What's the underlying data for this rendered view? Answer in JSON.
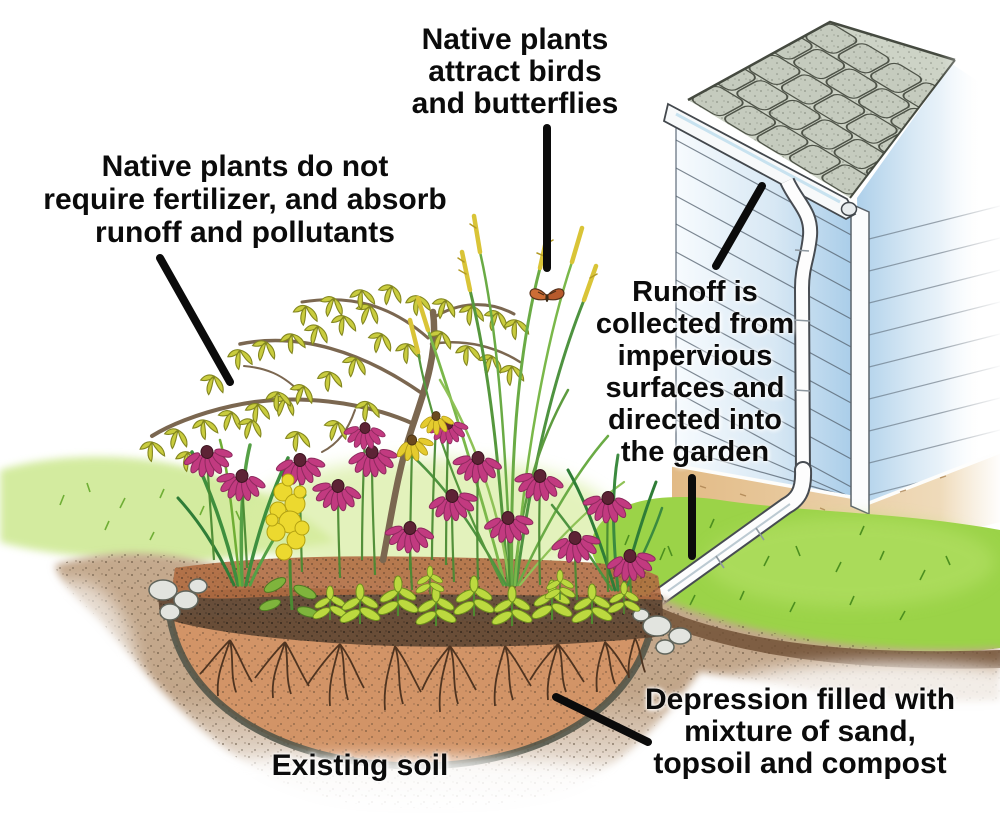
{
  "labels": {
    "attract": "Native plants\nattract birds\nand butterflies",
    "fertilizer": "Native plants do not\nrequire fertilizer, and absorb\nrunoff and pollutants",
    "runoff": "Runoff is\ncollected from\nimpervious\nsurfaces and\ndirected into\nthe garden",
    "depression": "Depression filled with\nmixture of sand,\ntopsoil and compost",
    "existing_soil": "Existing soil"
  },
  "colors": {
    "ink": "#0b0b0b",
    "siding_blue": "#aed0ea",
    "roof_gray": "#c5cbbe",
    "foundation_tan": "#e5c08f",
    "grass_green": "#9bd348",
    "lawn_light_green": "#cfe995",
    "mulch_brown": "#b06b41",
    "fill_soil_orange": "#d29467",
    "existing_soil_brown": "#c4a98d",
    "coneflower_pink": "#c23a80",
    "flower_yellow": "#ecd92f",
    "shrub_leaf_yellow_green": "#c9cc3e",
    "downspout_white": "#fdfdfd",
    "rock_gray": "#e2e4df"
  }
}
